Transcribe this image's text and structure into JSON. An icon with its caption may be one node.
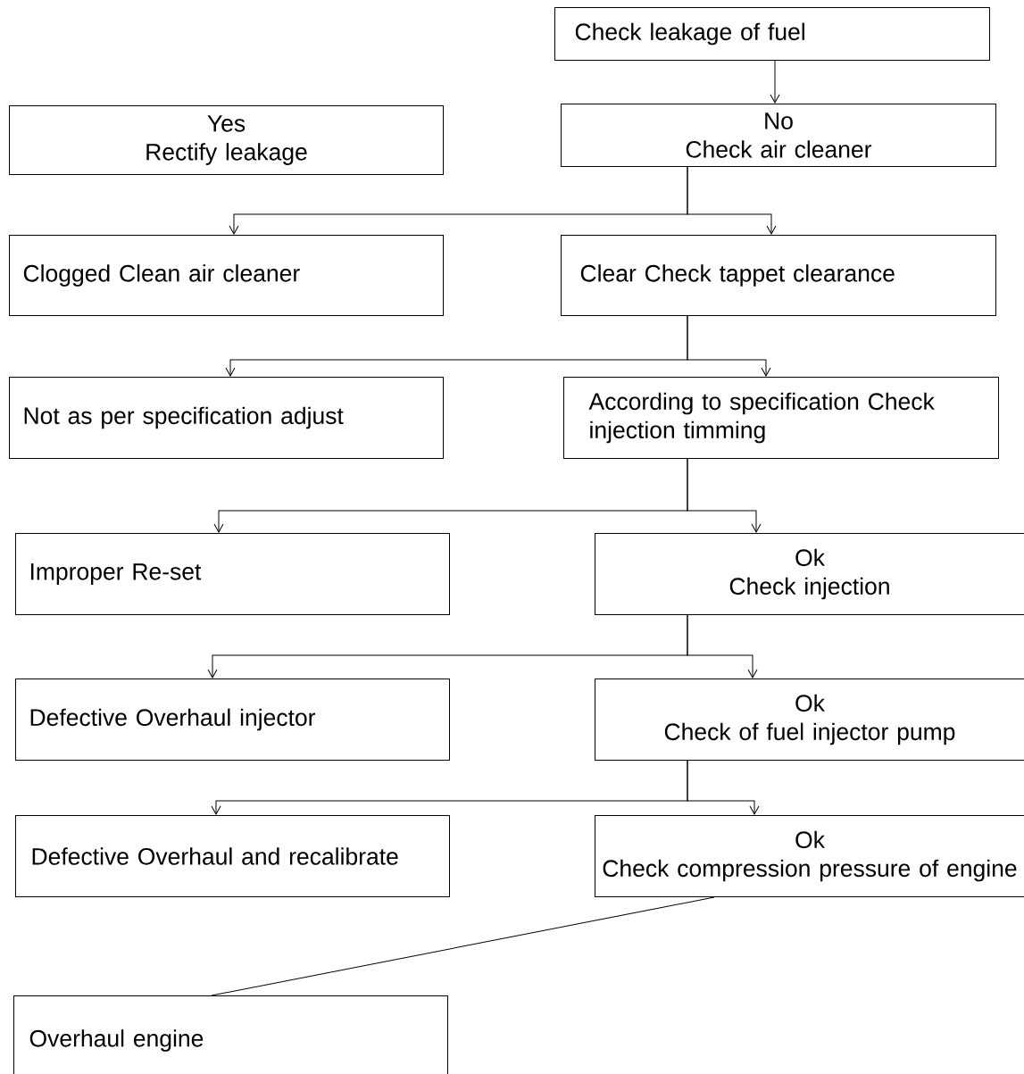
{
  "diagram": {
    "nodes": [
      {
        "text": [
          "Check leakage of fuel"
        ]
      },
      {
        "text": [
          "Yes",
          "Rectify leakage"
        ]
      },
      {
        "text": [
          "No",
          "Check air cleaner"
        ]
      },
      {
        "text": [
          "Clogged Clean air cleaner"
        ]
      },
      {
        "text": [
          "Clear Check tappet clearance"
        ]
      },
      {
        "text": [
          "Not as per specification adjust"
        ]
      },
      {
        "text": [
          "According to specification Check injection timming"
        ]
      },
      {
        "text": [
          "Improper Re-set"
        ]
      },
      {
        "text": [
          "Ok",
          "Check injection"
        ]
      },
      {
        "text": [
          "Defective Overhaul injector"
        ]
      },
      {
        "text": [
          "Ok",
          "Check of fuel injector pump"
        ]
      },
      {
        "text": [
          "Defective Overhaul and recalibrate"
        ]
      },
      {
        "text": [
          "Ok",
          "Check compression pressure of engine"
        ]
      },
      {
        "text": [
          "Overhaul engine"
        ]
      }
    ],
    "edges": [
      {
        "from": 0,
        "to": 2,
        "arrow": "to"
      },
      {
        "from": 2,
        "to": 3,
        "arrow": "to"
      },
      {
        "from": 2,
        "to": 4,
        "arrow": "to"
      },
      {
        "from": 4,
        "to": 5,
        "arrow": "to"
      },
      {
        "from": 4,
        "to": 6,
        "arrow": "to"
      },
      {
        "from": 6,
        "to": 7,
        "arrow": "to"
      },
      {
        "from": 6,
        "to": 8,
        "arrow": "to"
      },
      {
        "from": 8,
        "to": 9,
        "arrow": "to"
      },
      {
        "from": 8,
        "to": 10,
        "arrow": "to"
      },
      {
        "from": 10,
        "to": 11,
        "arrow": "to"
      },
      {
        "from": 10,
        "to": 12,
        "arrow": "to"
      },
      {
        "from": 12,
        "to": 13,
        "arrow": "none"
      }
    ]
  }
}
